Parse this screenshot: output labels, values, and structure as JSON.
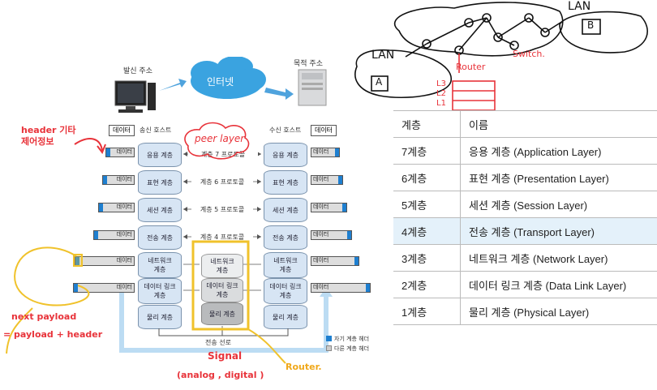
{
  "diagram": {
    "sender_addr_label": "발신 주소",
    "receiver_addr_label": "목적 주소",
    "internet_label": "인터넷",
    "data_label": "데이터",
    "sender_host": "송신 호스트",
    "receiver_host": "수신 호스트",
    "layers": [
      "응용 계층",
      "표현 계층",
      "세션 계층",
      "전송 계층",
      "네트워크\n계층",
      "데이터 링크\n계층",
      "물리 계층"
    ],
    "protocols": [
      "계층 7 프로토콜",
      "계층 6 프로토콜",
      "계층 5 프로토콜",
      "계층 4 프로토콜"
    ],
    "router_layers": [
      "네트워크\n계층",
      "데이터 링크\n계층",
      "물리 계층"
    ],
    "medium_label": "전송 선로",
    "legend_own": "자기 계층 헤더",
    "legend_other": "다른 계층 헤더"
  },
  "annotations": {
    "header_note": "header 기타 제어정보",
    "peer_layer": "peer layer",
    "next_payload_1": "next payload",
    "next_payload_2": "= payload + header",
    "signal": "Signal",
    "signal_kind": "(analog , digital )",
    "router_bottom": "Router.",
    "lan_a": "LAN",
    "lan_a_box": "A",
    "lan_b": "LAN",
    "lan_b_box": "B",
    "router_top": "Router",
    "switch": "Switch.",
    "l3": "L3",
    "l2": "L2",
    "l1": "L1"
  },
  "table": {
    "header": [
      "계층",
      "이름"
    ],
    "rows": [
      [
        "7계층",
        "응용 계층 (Application Layer)"
      ],
      [
        "6계층",
        "표현 계층 (Presentation Layer)"
      ],
      [
        "5계층",
        "세션 계층 (Session Layer)"
      ],
      [
        "4계층",
        "전송 계층 (Transport Layer)"
      ],
      [
        "3계층",
        "네트워크 계층 (Network Layer)"
      ],
      [
        "2계층",
        "데이터 링크 계층 (Data Link Layer)"
      ],
      [
        "1계층",
        "물리 계층 (Physical Layer)"
      ]
    ]
  },
  "colors": {
    "highlight_row": "#e4f1fa",
    "annotation_red": "#e8333a",
    "annotation_yellow": "#f0c22b",
    "header_blue": "#1e7fd0"
  }
}
